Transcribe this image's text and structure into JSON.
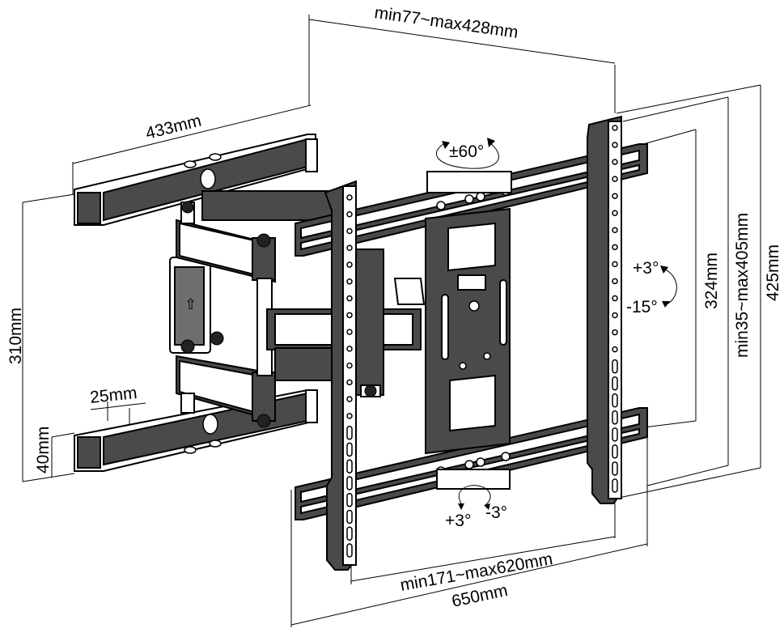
{
  "dimensions": {
    "top_width": "min77~max428mm",
    "arm_length": "433mm",
    "wall_height": "310mm",
    "bracket_spacing": "25mm",
    "bracket_height": "40mm",
    "inner_height": "324mm",
    "vesa_height": "min35~max405mm",
    "total_height": "425mm",
    "vesa_width": "min171~max620mm",
    "total_width": "650mm"
  },
  "rotations": {
    "swivel": "±60°",
    "tilt_up": "+3°",
    "tilt_down": "-15°",
    "level_plus": "+3°",
    "level_minus": "-3°"
  },
  "colors": {
    "metal": "#4a4a4a",
    "line": "#000000"
  }
}
